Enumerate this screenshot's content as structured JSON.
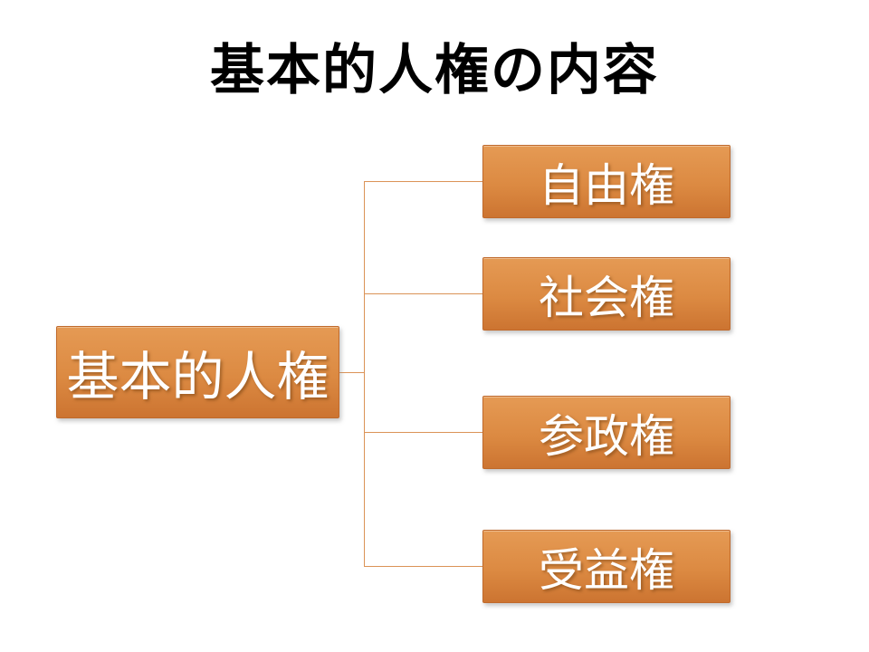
{
  "slide": {
    "title": "基本的人権の内容",
    "background_color": "#ffffff",
    "title_color": "#000000"
  },
  "diagram": {
    "type": "hierarchy",
    "root": {
      "label": "基本的人権"
    },
    "children": [
      {
        "label": "自由権"
      },
      {
        "label": "社会権"
      },
      {
        "label": "参政権"
      },
      {
        "label": "受益権"
      }
    ],
    "colors": {
      "box_gradient_top": "#e59a54",
      "box_gradient_bottom": "#cc7431",
      "box_border": "#c06a2c",
      "box_text": "#ffffff",
      "connector_line": "#db9357"
    }
  }
}
